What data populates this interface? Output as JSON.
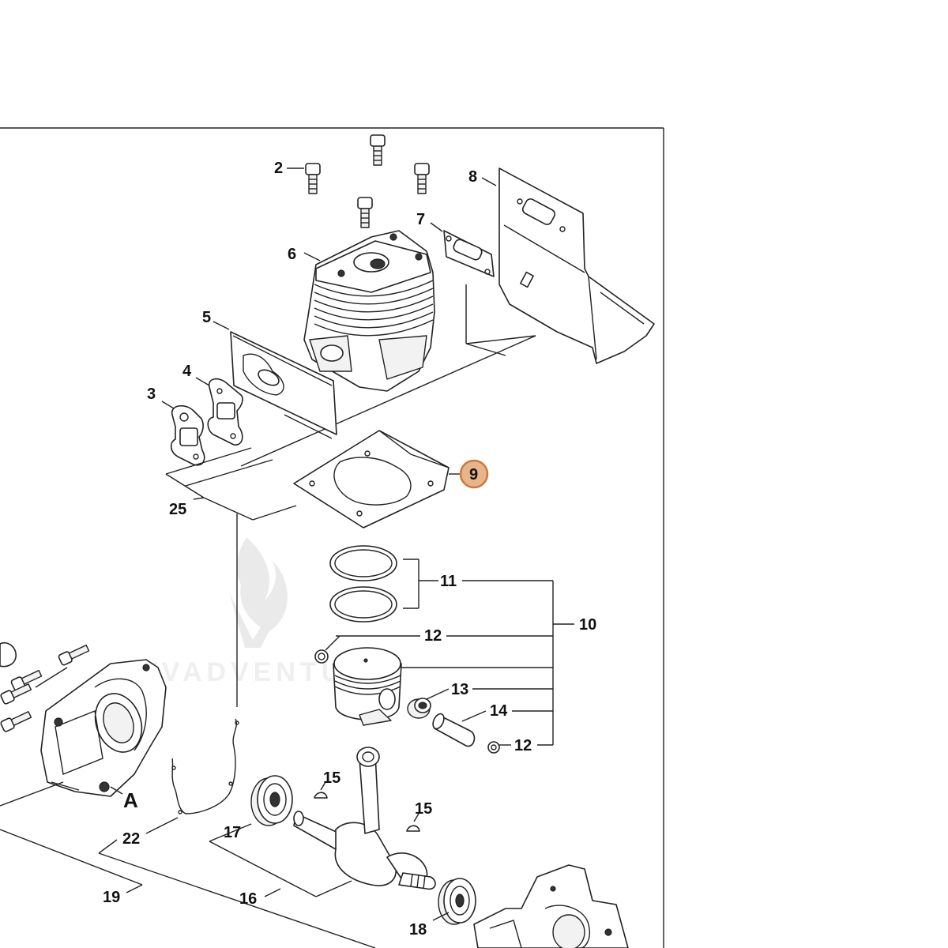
{
  "diagram": {
    "highlight_color": "#e8b48a",
    "highlight_stroke": "#c97a3e",
    "watermark": "ATVADVENTURE",
    "highlighted_part": "9",
    "labels": {
      "p2": "2",
      "p3": "3",
      "p4": "4",
      "p5": "5",
      "p6": "6",
      "p7": "7",
      "p8": "8",
      "p9": "9",
      "p10": "10",
      "p11": "11",
      "p12a": "12",
      "p12b": "12",
      "p13": "13",
      "p14": "14",
      "p15a": "15",
      "p15b": "15",
      "p16": "16",
      "p17": "17",
      "p18": "18",
      "p19": "19",
      "p22": "22",
      "p25": "25",
      "pA": "A"
    }
  }
}
